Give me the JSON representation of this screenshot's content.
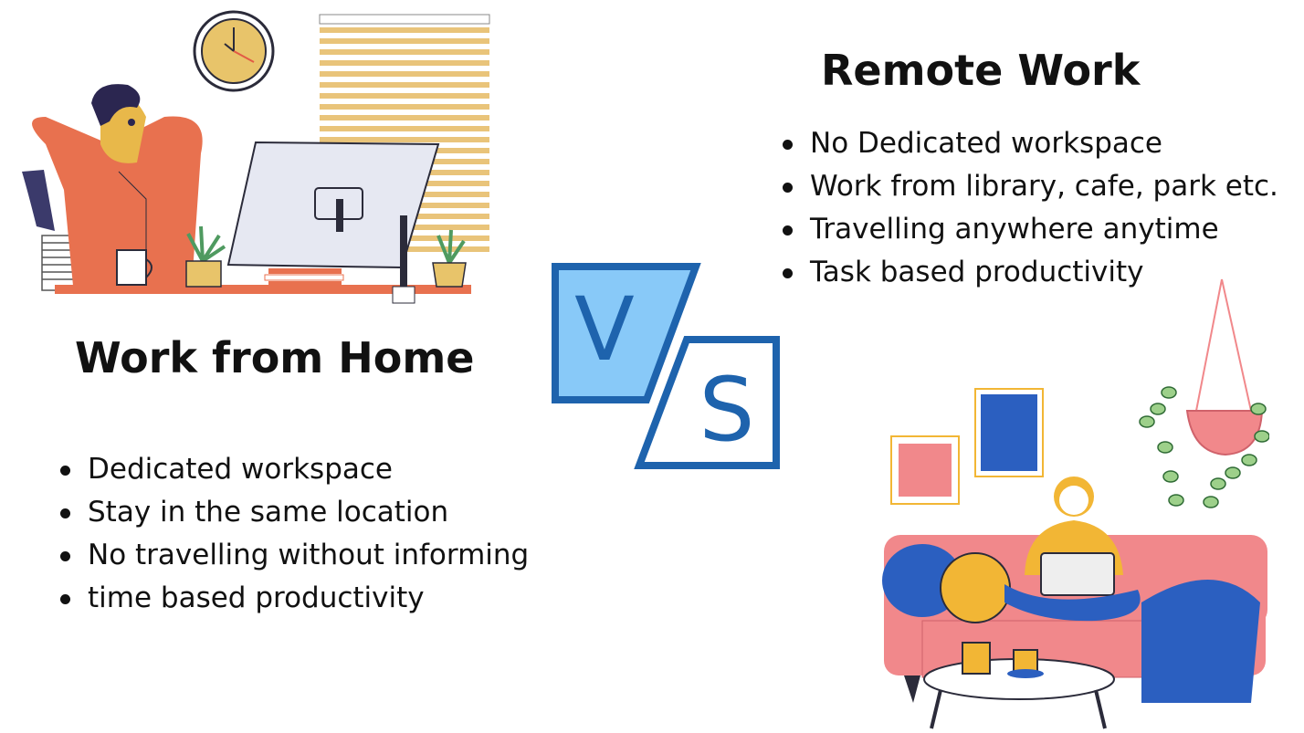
{
  "remote": {
    "title": "Remote Work",
    "items": [
      "No Dedicated workspace",
      "Work from library, cafe, park etc.",
      "Travelling anywhere anytime",
      "Task based productivity"
    ]
  },
  "home": {
    "title": "Work from Home",
    "items": [
      "Dedicated workspace",
      "Stay in the same location",
      "No travelling without informing",
      "time based productivity"
    ]
  },
  "vs_badge": {
    "left_letter": "V",
    "right_letter": "S"
  },
  "colors": {
    "vs_blue": "#1e63ad",
    "vs_light_blue": "#88c9f8",
    "shirt_orange": "#e8714f",
    "blind_yellow": "#e9c47a",
    "sofa_pink": "#f1888b",
    "blanket_blue": "#2b5fc0",
    "cushion_yellow": "#f2b635"
  },
  "illustrations": {
    "home_office": "man-at-desk-illustration",
    "remote_sofa": "woman-on-sofa-illustration",
    "clock": "wall-clock-icon",
    "plant": "hanging-plant-icon"
  }
}
